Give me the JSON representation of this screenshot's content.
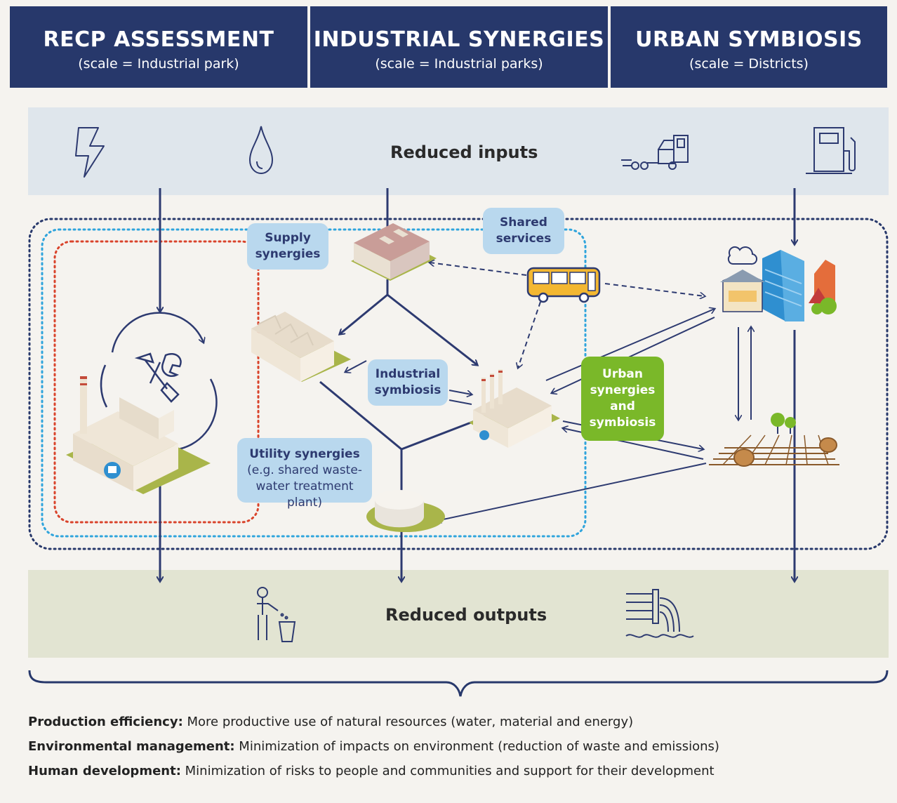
{
  "columns": [
    {
      "title": "RECP ASSESSMENT",
      "scale": "(scale = Industrial park)"
    },
    {
      "title": "INDUSTRIAL SYNERGIES",
      "scale": "(scale = Industrial parks)"
    },
    {
      "title": "URBAN SYMBIOSIS",
      "scale": "(scale = Districts)"
    }
  ],
  "inputs_label": "Reduced inputs",
  "outputs_label": "Reduced outputs",
  "bubbles": {
    "supply": [
      "Supply",
      "synergies"
    ],
    "shared": [
      "Shared",
      "services"
    ],
    "industrial": [
      "Industrial",
      "symbiosis"
    ],
    "urban": [
      "Urban",
      "synergies",
      "and",
      "symbiosis"
    ],
    "utility_title": "Utility synergies",
    "utility_note": [
      "(e.g. shared waste-",
      "water treatment plant)"
    ]
  },
  "footer": [
    {
      "term": "Production efficiency:",
      "text": " More productive use of natural resources (water, material and energy)"
    },
    {
      "term": "Environmental management:",
      "text": " Minimization of impacts on environment (reduction of waste and emissions)"
    },
    {
      "term": "Human development:",
      "text": " Minimization of risks to people and communities and support for their development"
    }
  ],
  "colors": {
    "header": "#27386b",
    "arrow": "#2d3a70",
    "red_dotted": "#d9432b",
    "blue_dotted": "#2fa4dc",
    "navy_dotted": "#27386b",
    "bubble_blue": "#b9d8ee",
    "bubble_green": "#7ab829"
  },
  "icons": [
    "lightning-icon",
    "water-drop-icon",
    "truck-icon",
    "fuel-pump-icon",
    "bin-person-icon",
    "wastewater-pipe-icon",
    "factory-icon",
    "warehouse-icon",
    "bus-icon",
    "city-icon",
    "farm-field-icon",
    "treatment-tank-icon",
    "wrench-icon"
  ]
}
